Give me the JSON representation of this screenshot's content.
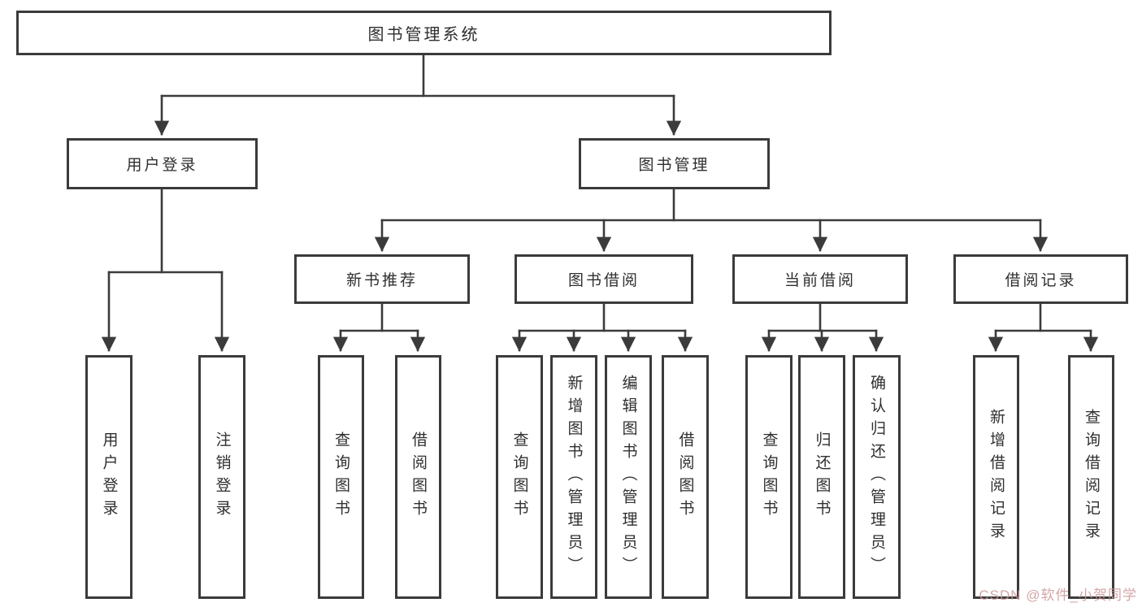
{
  "diagram_title": "图书管理系统",
  "tree": {
    "label": "图书管理系统",
    "children": [
      {
        "label": "用户登录",
        "children": [
          {
            "label": "用户登录"
          },
          {
            "label": "注销登录"
          }
        ]
      },
      {
        "label": "图书管理",
        "children": [
          {
            "label": "新书推荐",
            "children": [
              {
                "label": "查询图书"
              },
              {
                "label": "借阅图书"
              }
            ]
          },
          {
            "label": "图书借阅",
            "children": [
              {
                "label": "查询图书"
              },
              {
                "label": "新增图书（管理员）"
              },
              {
                "label": "编辑图书（管理员）"
              },
              {
                "label": "借阅图书"
              }
            ]
          },
          {
            "label": "当前借阅",
            "children": [
              {
                "label": "查询图书"
              },
              {
                "label": "归还图书"
              },
              {
                "label": "确认归还（管理员）"
              }
            ]
          },
          {
            "label": "借阅记录",
            "children": [
              {
                "label": "新增借阅记录"
              },
              {
                "label": "查询借阅记录"
              }
            ]
          }
        ]
      }
    ]
  },
  "watermark": {
    "text": "CSDN @软件_小贺同学",
    "color": "#cd9696"
  },
  "colors": {
    "line": "#3b3b3b",
    "box_border": "#3b3b3b",
    "text": "#2f2f2f",
    "background": "#ffffff"
  }
}
